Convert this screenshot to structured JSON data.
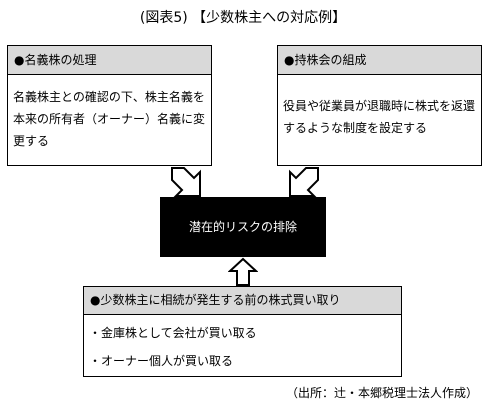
{
  "title": "(図表5) 【少数株主への対応例】",
  "boxes": {
    "meigi": {
      "header": "●名義株の処理",
      "body": "名義株主との確認の下、株主名義を本来の所有者（オーナー）名義に変更する"
    },
    "mochikabu": {
      "header": "●持株会の組成",
      "body": "役員や従業員が退職時に株式を返還するような制度を設定する"
    },
    "center": {
      "label": "潜在的リスクの排除"
    },
    "bottom": {
      "header": "●少数株主に相続が発生する前の株式買い取り",
      "items": [
        "・金庫株として会社が買い取る",
        "・オーナー個人が買い取る"
      ]
    }
  },
  "source": "（出所：辻・本郷税理士法人作成）",
  "colors": {
    "header_bg": "#d9d9d9",
    "center_bg": "#000000",
    "center_text": "#ffffff",
    "border": "#000000"
  },
  "icons": [
    "arrow-down-right-icon",
    "arrow-down-left-icon",
    "arrow-up-icon"
  ]
}
